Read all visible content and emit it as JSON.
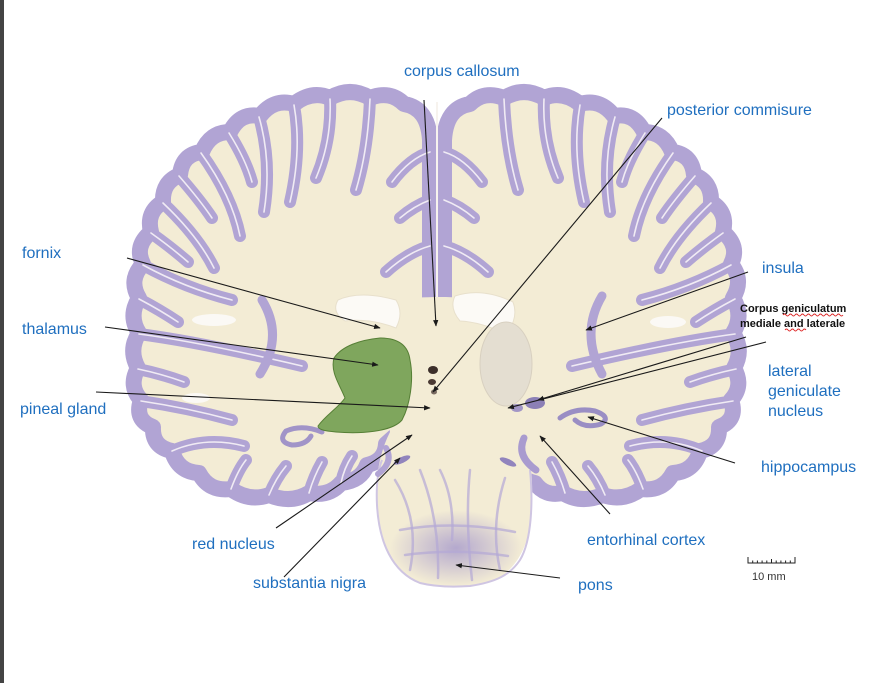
{
  "figure": {
    "labels": {
      "corpus_callosum": "corpus callosum",
      "posterior_commisure": "posterior commisure",
      "fornix": "fornix",
      "insula": "insula",
      "thalamus": "thalamus",
      "corpus_geniculatum": {
        "line1": "Corpus geniculatum",
        "line2": "mediale and laterale"
      },
      "lateral_geniculate_nucleus": {
        "line1": "lateral",
        "line2": "geniculate",
        "line3": "nucleus"
      },
      "pineal_gland": "pineal gland",
      "hippocampus": "hippocampus",
      "red_nucleus": "red nucleus",
      "entorhinal_cortex": "entorhinal cortex",
      "substantia_nigra": "substantia nigra",
      "pons": "pons"
    },
    "scale_bar": {
      "label": "10 mm"
    }
  },
  "colors": {
    "label_text": "#1f6fbf",
    "thalamus_highlight": "#75a052",
    "nissl_stain": "#b1a4d4",
    "tissue": "#f3ecd5"
  }
}
